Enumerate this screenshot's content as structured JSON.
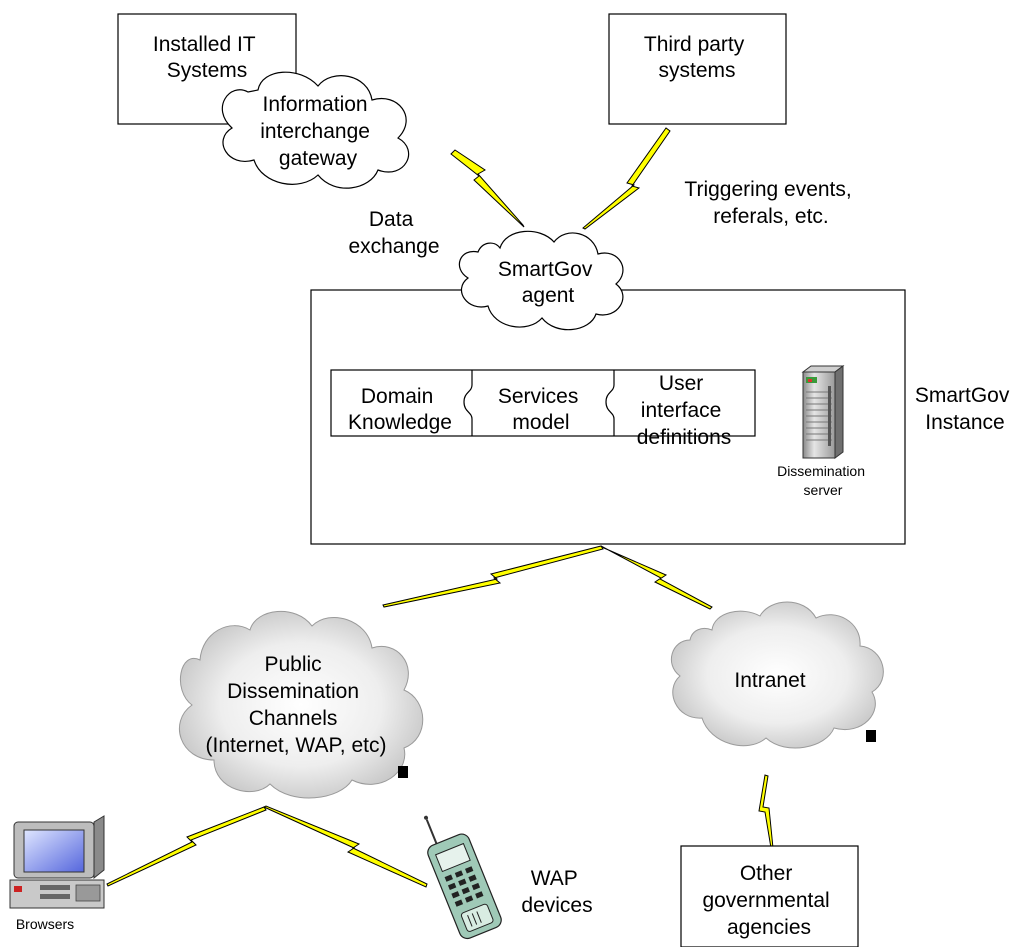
{
  "colors": {
    "lightning": "#ffff00",
    "cloud_fill": "#ffffff",
    "grey_cloud": "#d8d8d8",
    "line": "#000000"
  },
  "nodes": {
    "installed_it": [
      "Installed IT",
      "Systems"
    ],
    "third_party": [
      "Third party",
      "systems"
    ],
    "gateway_cloud": [
      "Information",
      "interchange",
      "gateway"
    ],
    "agent_cloud": [
      "SmartGov",
      "agent"
    ],
    "domain_knowledge": [
      "Domain",
      "Knowledge"
    ],
    "services_model": [
      "Services",
      "model"
    ],
    "ui_definitions": [
      "User",
      "interface",
      "definitions"
    ],
    "dissemination_server": [
      "Dissemination",
      "server"
    ],
    "instance": [
      "SmartGov",
      "Instance"
    ],
    "public_channels": [
      "Public",
      "Dissemination",
      "Channels",
      "(Internet, WAP, etc)"
    ],
    "intranet": [
      "Intranet"
    ],
    "browsers": [
      "Browsers"
    ],
    "wap_devices": [
      "WAP",
      "devices"
    ],
    "other_agencies": [
      "Other",
      "governmental",
      "agencies"
    ]
  },
  "annotations": {
    "data_exchange": [
      "Data",
      "exchange"
    ],
    "triggering": [
      "Triggering events,",
      "referals, etc."
    ]
  },
  "icons": {
    "server": "server-icon",
    "computer": "desktop-computer-icon",
    "phone": "mobile-phone-icon"
  }
}
